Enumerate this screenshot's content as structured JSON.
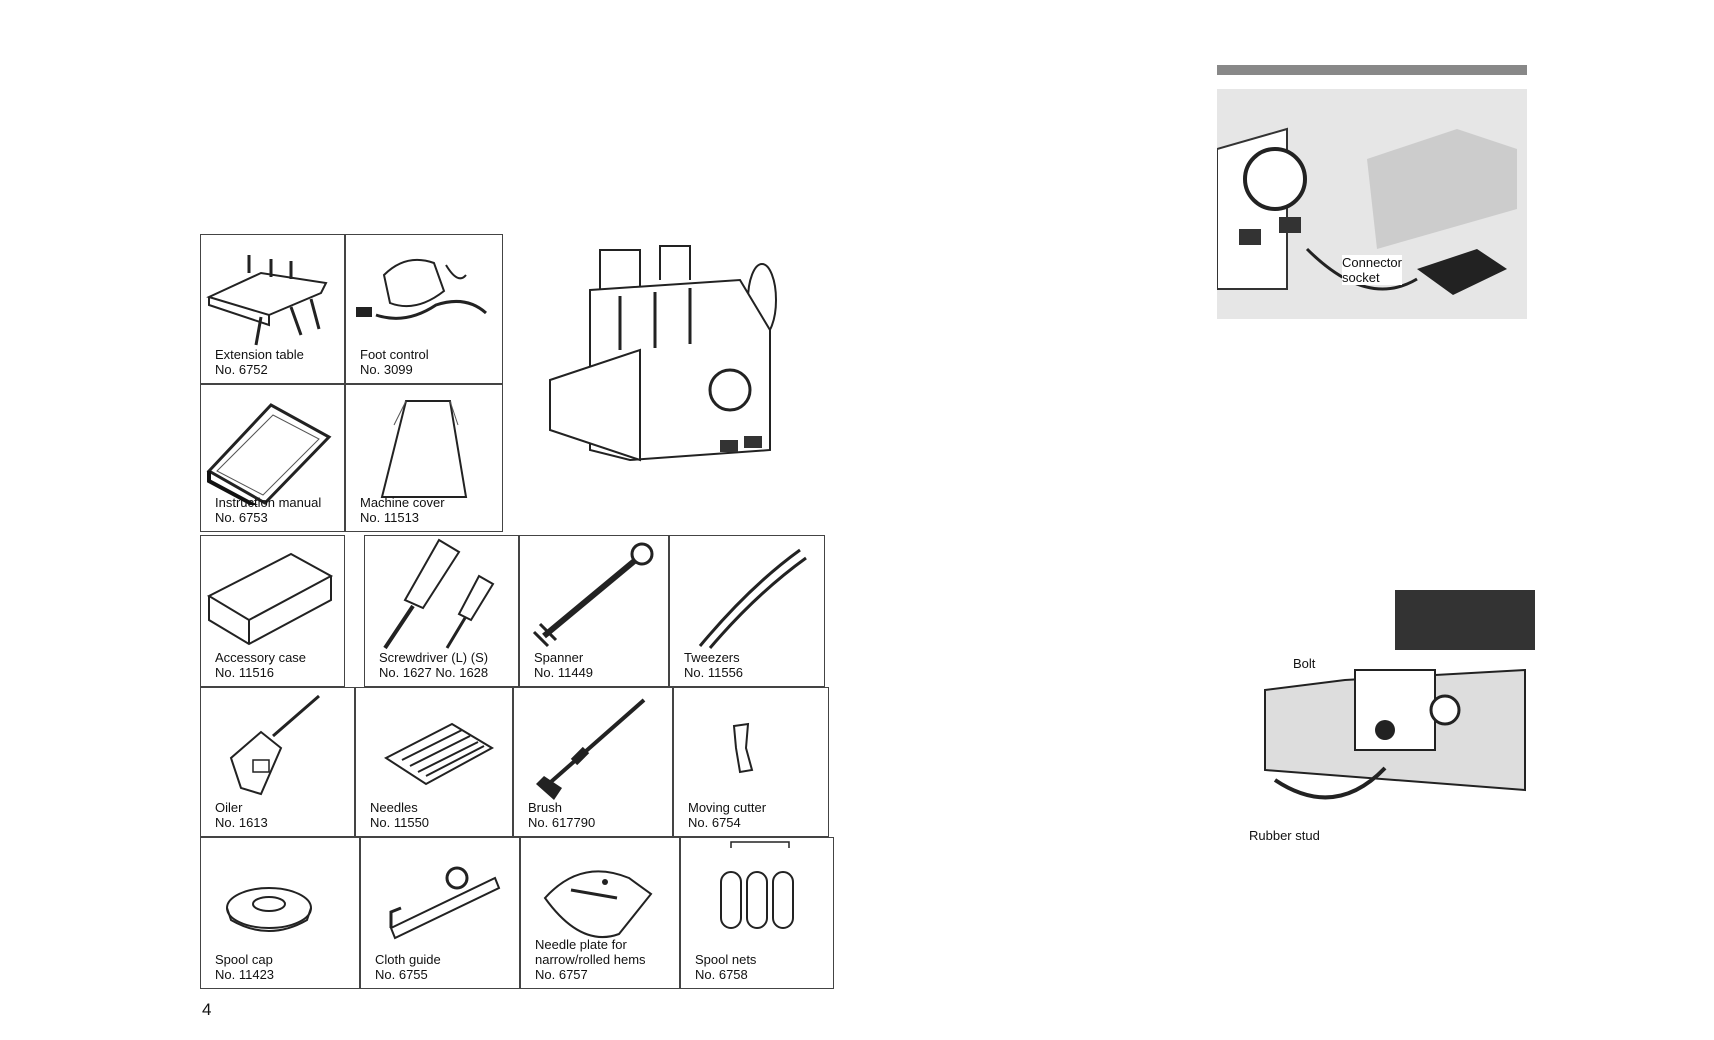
{
  "accessories": [
    {
      "id": "extension-table",
      "label": "Extension table\nNo. 6752"
    },
    {
      "id": "foot-control",
      "label": "Foot control\nNo. 3099"
    },
    {
      "id": "instruction-manual",
      "label": "Instruction manual\nNo. 6753"
    },
    {
      "id": "machine-cover",
      "label": "Machine cover\nNo. 11513"
    },
    {
      "id": "accessory-case",
      "label": "Accessory case\nNo. 11516"
    },
    {
      "id": "screwdriver",
      "label": "Screwdriver (L) (S)\nNo. 1627    No. 1628"
    },
    {
      "id": "spanner",
      "label": "Spanner\nNo. 11449"
    },
    {
      "id": "tweezers",
      "label": "Tweezers\nNo. 11556"
    },
    {
      "id": "oiler",
      "label": "Oiler\nNo. 1613"
    },
    {
      "id": "needles",
      "label": "Needles\nNo. 11550"
    },
    {
      "id": "brush",
      "label": "Brush\nNo. 617790"
    },
    {
      "id": "moving-cutter",
      "label": "Moving cutter\nNo. 6754"
    },
    {
      "id": "spool-cap",
      "label": "Spool cap\nNo. 11423"
    },
    {
      "id": "cloth-guide",
      "label": "Cloth guide\nNo. 6755"
    },
    {
      "id": "needle-plate",
      "label": "Needle plate for\nnarrow/rolled hems\nNo. 6757"
    },
    {
      "id": "spool-nets",
      "label": "Spool nets\nNo. 6758"
    }
  ],
  "page_number": "4",
  "photo_top": {
    "callout": "Connector\nsocket"
  },
  "photo_bottom": {
    "callout_bolt": "Bolt",
    "callout_stud": "Rubber stud"
  }
}
